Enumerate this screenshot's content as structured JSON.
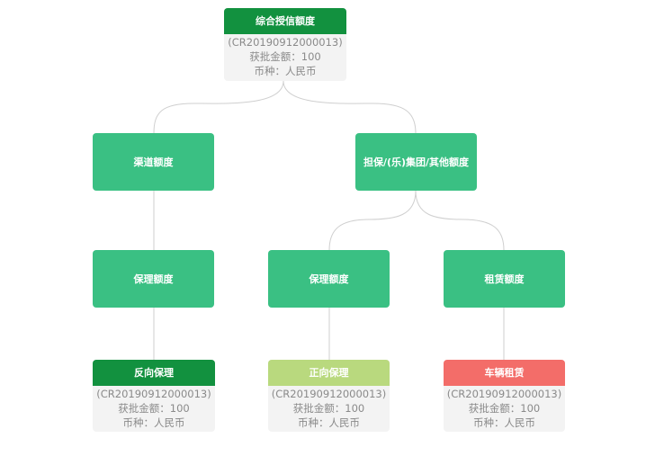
{
  "colors": {
    "category": "#3ac083",
    "root_head": "#12913f",
    "reverse_head": "#12913f",
    "forward_head": "#b9d97e",
    "vehicle_head": "#f36d69",
    "card_body": "#f3f3f3",
    "edge": "#cfcfcf"
  },
  "root": {
    "title": "综合授信额度",
    "code": "(CR20190912000013)",
    "amount_label": "获批金额：",
    "amount": "100",
    "currency_label": "币种：",
    "currency": "人民币"
  },
  "level1": {
    "channel": "渠道额度",
    "guarantee": "担保/(乐)集团/其他额度"
  },
  "level2": {
    "factoring_a": "保理额度",
    "factoring_b": "保理额度",
    "leasing": "租赁额度"
  },
  "leaves": {
    "reverse": {
      "title": "反向保理",
      "code": "(CR20190912000013)",
      "amount_label": "获批金额：",
      "amount": "100",
      "currency_label": "币种：",
      "currency": "人民币"
    },
    "forward": {
      "title": "正向保理",
      "code": "(CR20190912000013)",
      "amount_label": "获批金额：",
      "amount": "100",
      "currency_label": "币种：",
      "currency": "人民币"
    },
    "vehicle": {
      "title": "车辆租赁",
      "code": "(CR20190912000013)",
      "amount_label": "获批金额：",
      "amount": "100",
      "currency_label": "币种：",
      "currency": "人民币"
    }
  }
}
